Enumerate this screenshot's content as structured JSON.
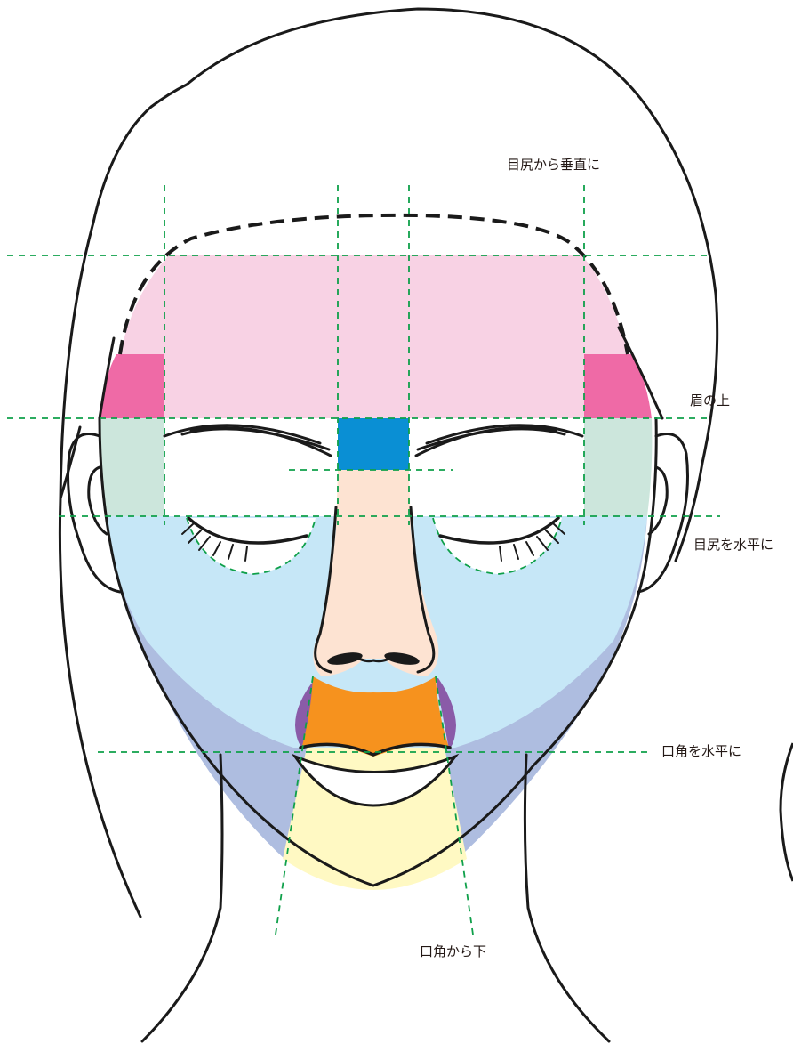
{
  "labels": {
    "outer_eye_vertical": "目尻から垂直に",
    "above_brow": "眉の上",
    "outer_eye_horizontal": "目尻を水平に",
    "mouth_corner_horizontal": "口角を水平に",
    "below_mouth_corner": "口角から下"
  },
  "colors": {
    "forehead": "#f8d2e4",
    "temple": "#ef6aa6",
    "glabella": "#0a8fd4",
    "nose": "#fde3d2",
    "under_eye_green": "#cce6dc",
    "cheek": "#c6e7f7",
    "jaw": "#aebde0",
    "nasolabial": "#8a5ba8",
    "mouth_area": "#f6921e",
    "chin": "#fff9c3",
    "guide_line": "#0fa04a",
    "outline": "#1a1a1a"
  }
}
